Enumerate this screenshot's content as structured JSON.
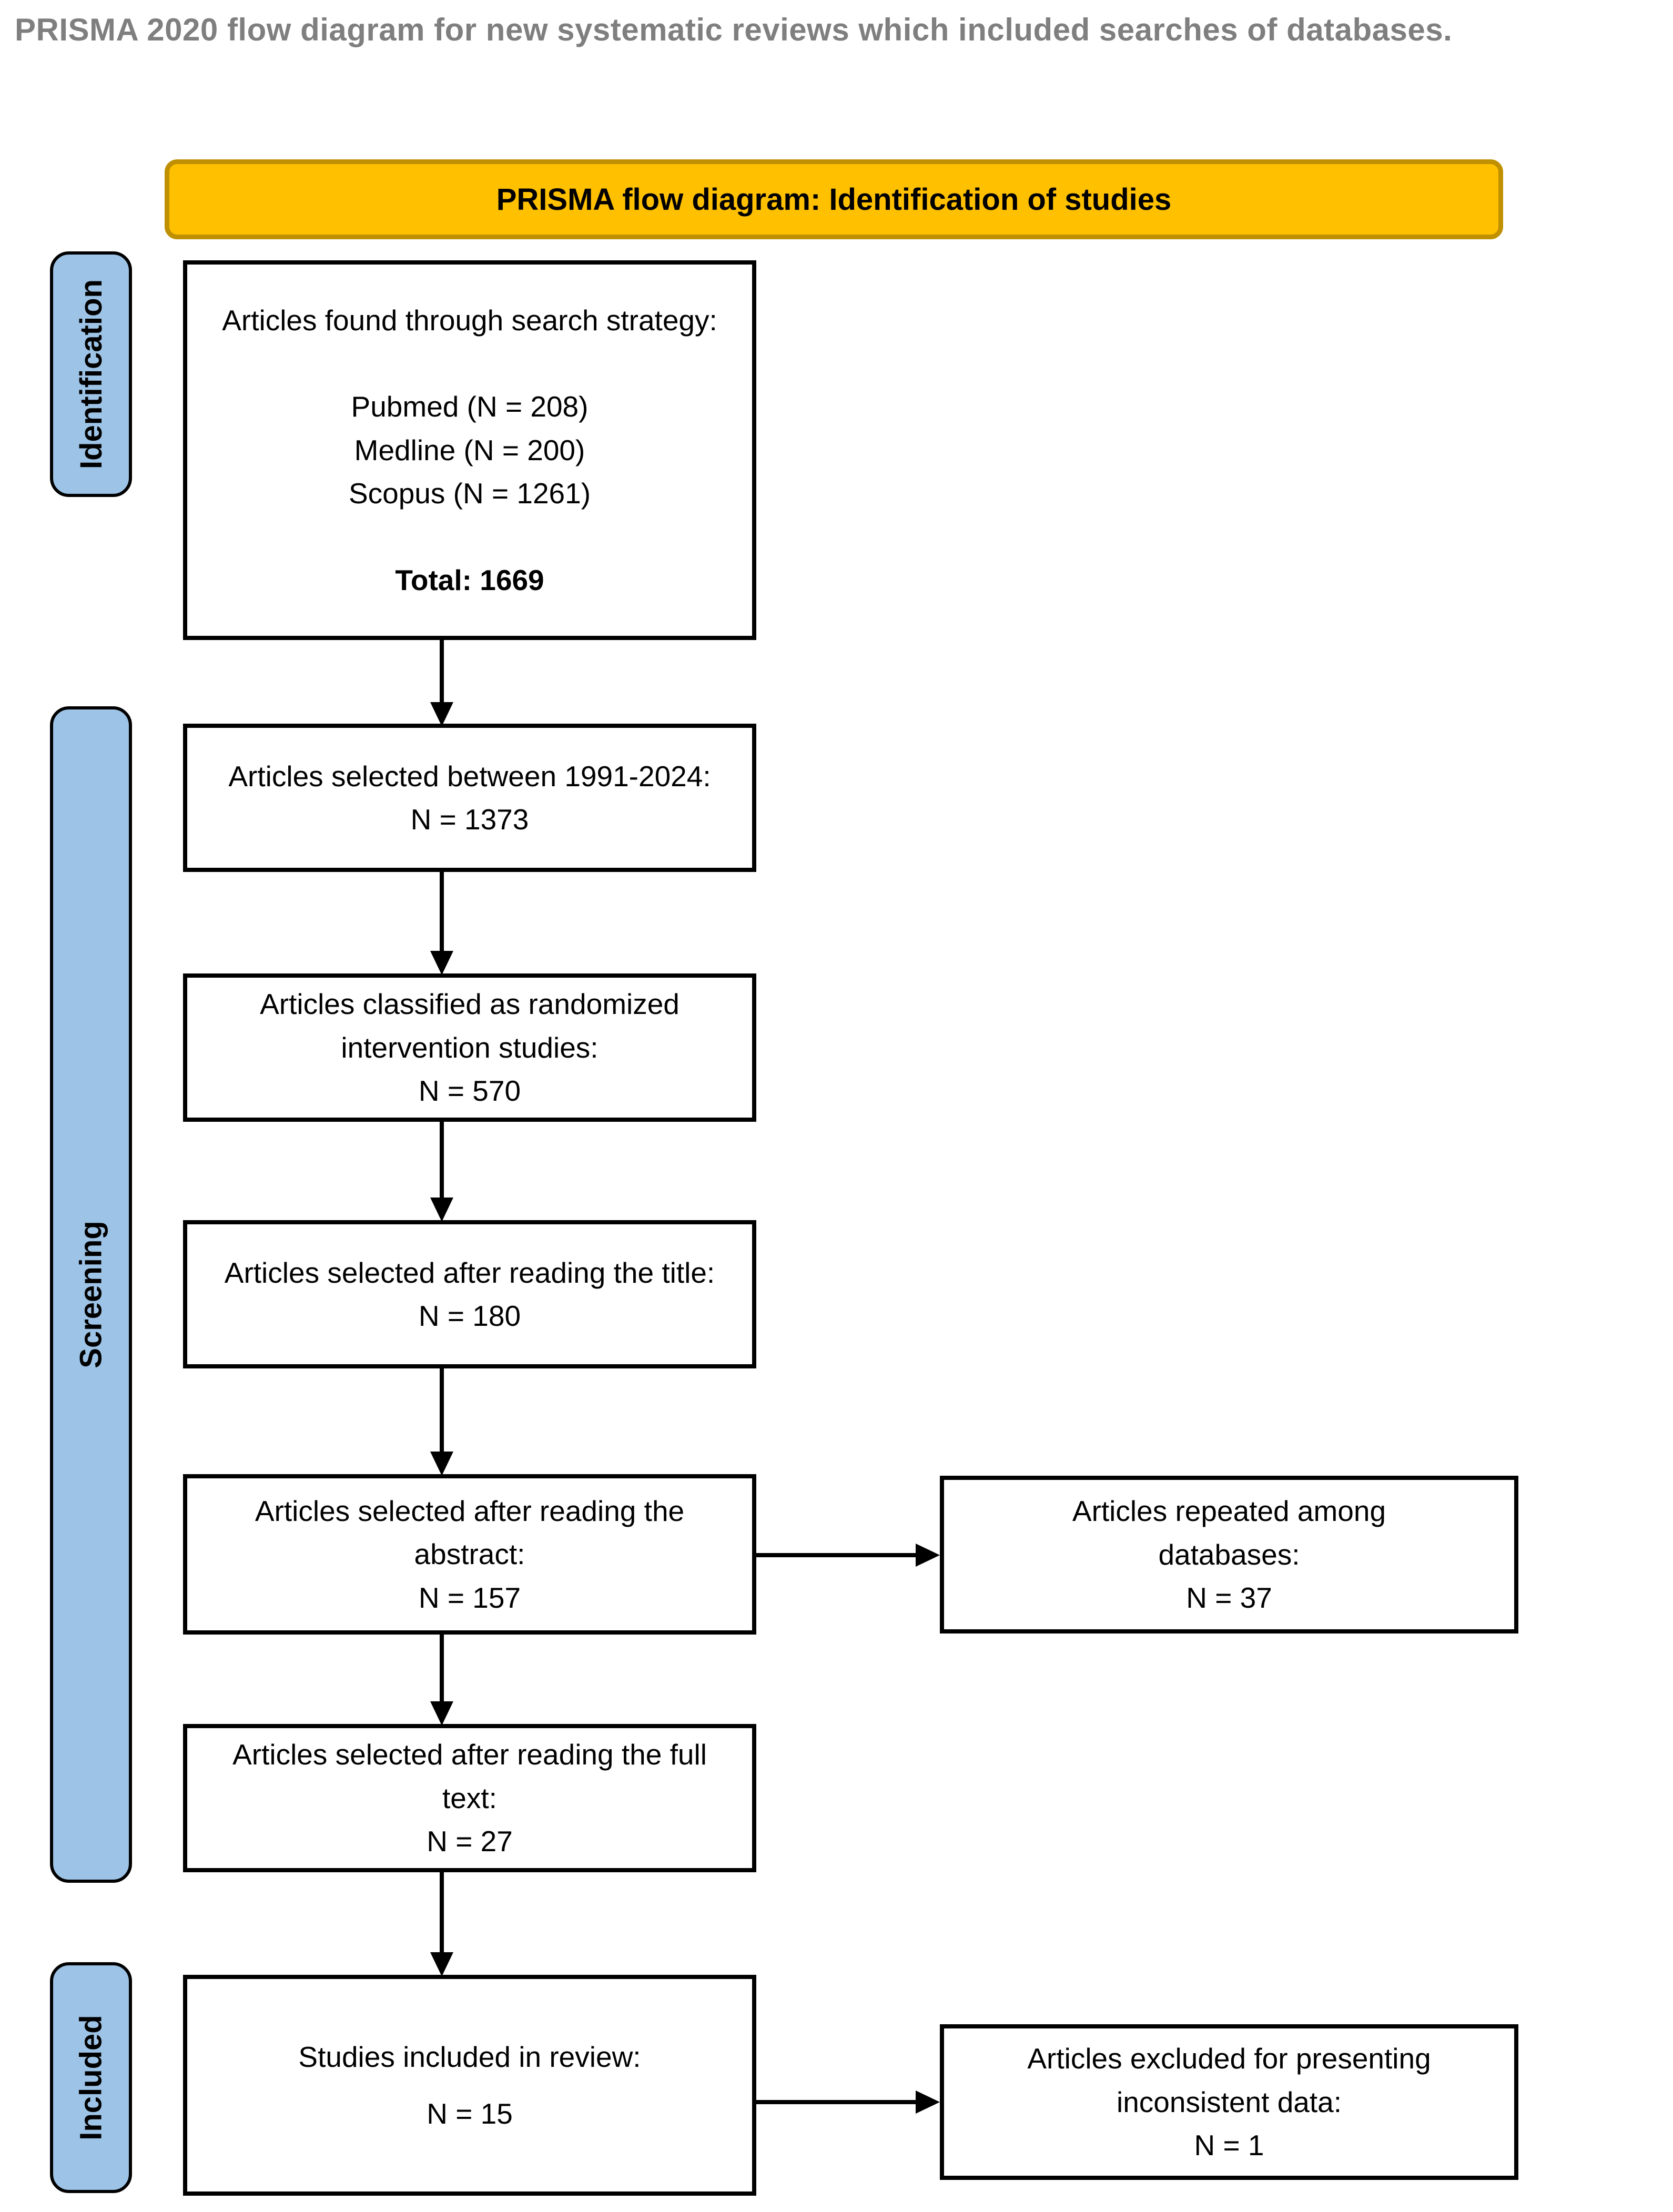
{
  "page_title": "PRISMA 2020 flow diagram for new systematic reviews which included searches of databases.",
  "header": {
    "label": "PRISMA flow diagram: Identification of studies"
  },
  "stages": [
    {
      "label": "Identification"
    },
    {
      "label": "Screening"
    },
    {
      "label": "Included"
    }
  ],
  "flow": {
    "search": {
      "heading": "Articles found through search strategy:",
      "sources": [
        "Pubmed (N = 208)",
        "Medline (N = 200)",
        "Scopus (N = 1261)"
      ],
      "total": "Total: 1669"
    },
    "years": {
      "label": "Articles selected between 1991-2024:",
      "n": "N = 1373"
    },
    "randomized": {
      "label": "Articles classified as randomized intervention studies:",
      "n": "N = 570"
    },
    "title_read": {
      "label": "Articles selected after reading the title:",
      "n": "N = 180"
    },
    "abstract": {
      "label": "Articles selected after reading the abstract:",
      "n": "N = 157"
    },
    "fulltext": {
      "label": "Articles selected after reading the full text:",
      "n": "N = 27"
    },
    "included": {
      "label": "Studies included in review:",
      "n": "N = 15"
    },
    "repeated": {
      "label": "Articles repeated among databases:",
      "n": "N = 37"
    },
    "excluded": {
      "label": "Articles excluded for presenting inconsistent data:",
      "n": "N = 1"
    }
  },
  "colors": {
    "banner_fill": "#FFC000",
    "banner_border": "#BF9000",
    "stage_fill": "#9DC3E6",
    "stage_border": "#000000",
    "box_border": "#000000",
    "box_fill": "#FFFFFF",
    "title_gray": "#7F7F7F",
    "arrow": "#000000"
  }
}
